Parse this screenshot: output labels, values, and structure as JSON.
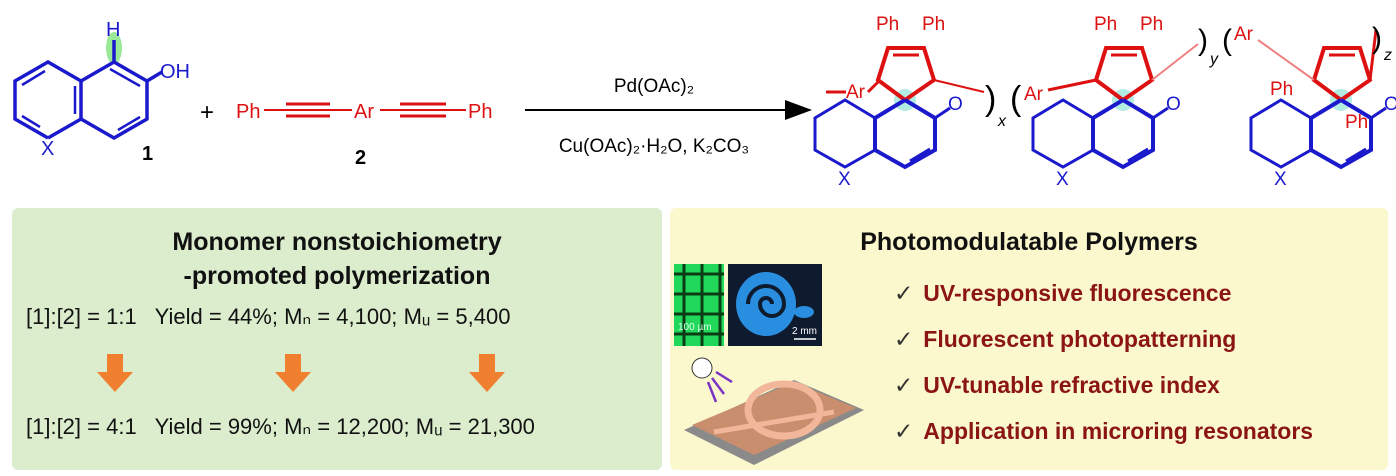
{
  "reaction": {
    "reactant1": {
      "label": "1",
      "atoms": {
        "h": "H",
        "oh": "OH",
        "x": "X"
      }
    },
    "plus": "+",
    "reactant2": {
      "label": "2",
      "left": "Ph",
      "center": "Ar",
      "right": "Ph"
    },
    "reagent_top": "Pd(OAc)₂",
    "reagent_bottom": "Cu(OAc)₂·H₂O, K₂CO₃",
    "product": {
      "ar": "Ar",
      "ph": "Ph",
      "o": "O",
      "x": "X",
      "subscripts": [
        "x",
        "y",
        "z"
      ]
    }
  },
  "left_panel": {
    "title_line1": "Monomer nonstoichiometry",
    "title_line2": "-promoted polymerization",
    "rows": [
      {
        "ratio_label": "[1]:[2] = 1:1",
        "yield": "Yield = 44%;",
        "mn": "Mₙ = 4,100;",
        "mw": "Mᵤ = 5,400"
      },
      {
        "ratio_label": "[1]:[2] = 4:1",
        "yield": "Yield = 99%;",
        "mn": "Mₙ = 12,200;",
        "mw": "Mᵤ = 21,300"
      }
    ],
    "arrow_color": "#f07f2f"
  },
  "right_panel": {
    "title": "Photomodulatable Polymers",
    "images": {
      "grid_scale": "100 µm",
      "rose_scale": "2 mm"
    },
    "check_mark": "✓",
    "items": [
      "UV-responsive fluorescence",
      "Fluorescent photopatterning",
      "UV-tunable refractive index",
      "Application in microring resonators"
    ]
  },
  "colors": {
    "blue": "#1a1acc",
    "red": "#dd1111",
    "dark_red": "#8b1414",
    "green_panel": "#dbedcd",
    "yellow_panel": "#fbf8cd"
  }
}
